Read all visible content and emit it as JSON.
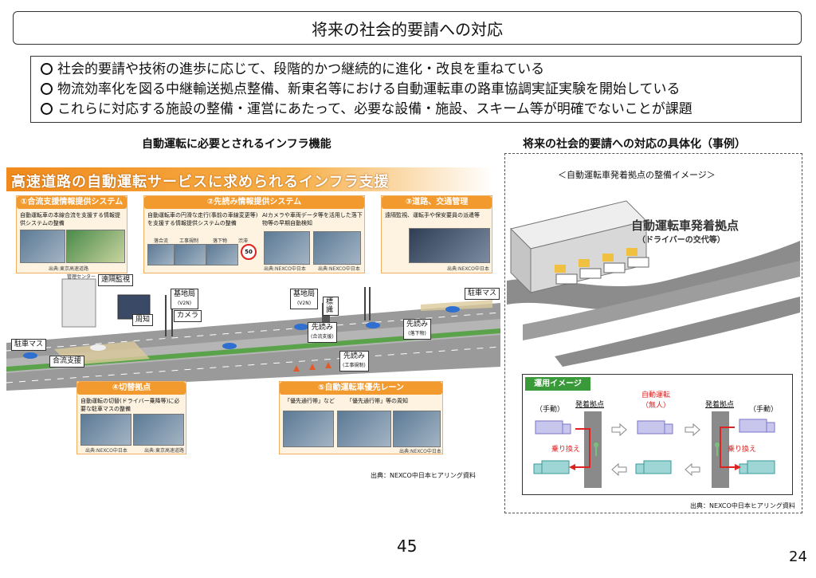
{
  "title": "将来の社会的要請への対応",
  "bullets": [
    "社会的要請や技術の進歩に応じて、段階的かつ継続的に進化・改良を重ねている",
    "物流効率化を図る中継輸送拠点整備、新東名等における自動運転車の路車協調実証実験を開始している",
    "これらに対応する施設の整備・運営にあたって、必要な設備・施設、スキーム等が明確でないことが課題"
  ],
  "left_section": {
    "heading": "自動運転に必要とされるインフラ機能",
    "banner": "高速道路の自動運転サービスに求められるインフラ支援",
    "cards": [
      {
        "title": "①合流支援情報提供システム",
        "text": "自動運転車の本線合流を支援する情報提供システムの整備",
        "source": "出典:東京高速道路"
      },
      {
        "title": "②先読み情報提供システム",
        "text": "自動運転車の円滑な走行(事前の車線変更等)を支援する情報提供システムの整備",
        "text2": "AIカメラや車両データ等を活用した落下物等の早期自動検知",
        "sub_labels": [
          "落合流",
          "工事規制",
          "落下物",
          "渋滞"
        ],
        "speed": "50",
        "source": "出典:NEXCO中日本",
        "source2": "出典:NEXCO中日本"
      },
      {
        "title": "③道路、交通管理",
        "text": "遠隔監視、運転手や保安要員の派遣等",
        "source": "出典:NEXCO中日本"
      },
      {
        "title": "④切替拠点",
        "text": "自動運転の切替(ドライバー乗降等)に必要な駐車マスの整備",
        "source": "出典:NEXCO中日本",
        "source2": "出典:東京高速道路"
      },
      {
        "title": "⑤自動運転車優先レーン",
        "text": "「優先通行帯」など",
        "text2": "「優先通行帯」等の周知",
        "source": "出典:NEXCO中日本"
      }
    ],
    "callouts": {
      "center_label": "管理センター",
      "remote": "遠隔監視",
      "around": "周知",
      "base_station1": "基地局",
      "base_station1_sub": "(V2N)",
      "camera": "カメラ",
      "base_station2": "基地局",
      "base_station2_sub": "(V2N)",
      "sign": "標識",
      "parking_right": "駐車マス",
      "parking_left": "駐車マス",
      "merge": "合流支援",
      "lookahead1": "先読み",
      "lookahead1_sub": "(合流支援)",
      "lookahead2": "先読み",
      "lookahead2_sub": "(落下物)",
      "lookahead3": "先読み",
      "lookahead3_sub": "(工事規制)"
    },
    "source": "出典：NEXCO中日本ヒアリング資料"
  },
  "right_section": {
    "heading": "将来の社会的要請への対応の具体化（事例）",
    "subheading": "＜自動運転車発着拠点の整備イメージ＞",
    "hub_label": "自動運転車発着拠点",
    "hub_sub": "（ドライバーの交代等）",
    "op_title": "運用イメージ",
    "manual_left": "（手動）",
    "hub_left": "発着拠点",
    "auto": "自動運転",
    "auto_sub": "（無人）",
    "hub_right": "発着拠点",
    "manual_right": "（手動）",
    "transfer_left": "乗り換え",
    "transfer_right": "乗り換え",
    "source": "出典：NEXCO中日本ヒアリング資料"
  },
  "page_center": "45",
  "page_right": "24"
}
